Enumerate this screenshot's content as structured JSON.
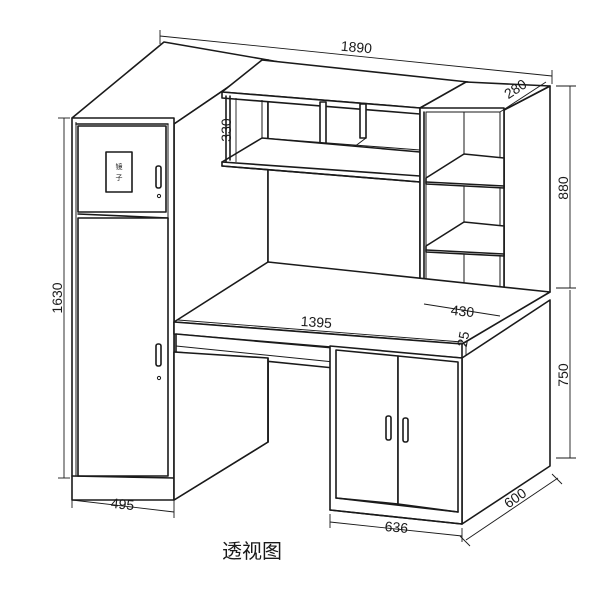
{
  "dimensions": {
    "total_width": "1890",
    "hutch_depth": "280",
    "hutch_height": "880",
    "shelf_height": "330",
    "wardrobe_height": "1630",
    "desk_width": "1395",
    "desktop_thickness": "25",
    "side_shelf_width": "430",
    "desk_height": "750",
    "depth": "600",
    "wardrobe_width": "495",
    "cabinet_width": "636"
  },
  "mirror_label": "镜\n子",
  "caption": "透视图"
}
